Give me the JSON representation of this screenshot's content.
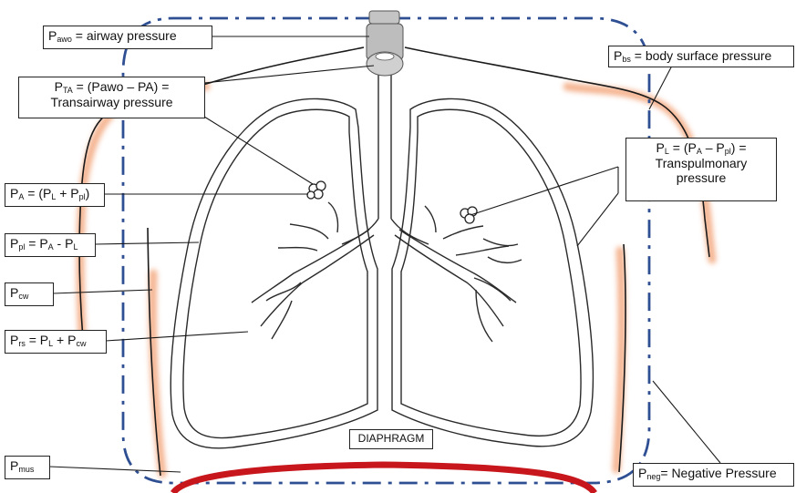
{
  "labels": {
    "pawo": {
      "sym": "P",
      "sub": "awo",
      "text": " = airway pressure"
    },
    "pta": {
      "line1": {
        "sym": "P",
        "sub": "TA",
        "text": " = (Pawo – PA) ="
      },
      "line2": "Transairway pressure"
    },
    "pa": {
      "sym": "P",
      "sub": "A",
      "eq": " = (P",
      "sub1": "L",
      "mid": " + P",
      "sub2": "pl",
      "end": ")"
    },
    "ppl": {
      "sym": "P",
      "sub": "pl",
      "eq": " = P",
      "sub1": "A",
      "mid": " - P",
      "sub2": "L"
    },
    "pcw": {
      "sym": "P",
      "sub": "cw"
    },
    "prs": {
      "sym": "P",
      "sub": "rs",
      "eq": " = P",
      "sub1": "L",
      "mid": " + P",
      "sub2": "cw"
    },
    "pmus": {
      "sym": "P",
      "sub": "mus"
    },
    "pbs": {
      "sym": "P",
      "sub": "bs",
      "text": " = body surface pressure"
    },
    "pl": {
      "line1": {
        "sym": "P",
        "sub": "L",
        "eq": " = (P",
        "sub1": "A",
        "mid": " – P",
        "sub2": "pl",
        "end": ") ="
      },
      "line2": "Transpulmonary",
      "line3": "pressure"
    },
    "pneg": {
      "sym": "P",
      "sub": "neg",
      "text": "= Negative Pressure"
    },
    "diaphragm": "DIAPHRAGM"
  },
  "colors": {
    "skin": "#f3a77e",
    "dash": "#2f4f93",
    "diaphragm": "#c8161d",
    "trachea": "#c4c4c4"
  }
}
